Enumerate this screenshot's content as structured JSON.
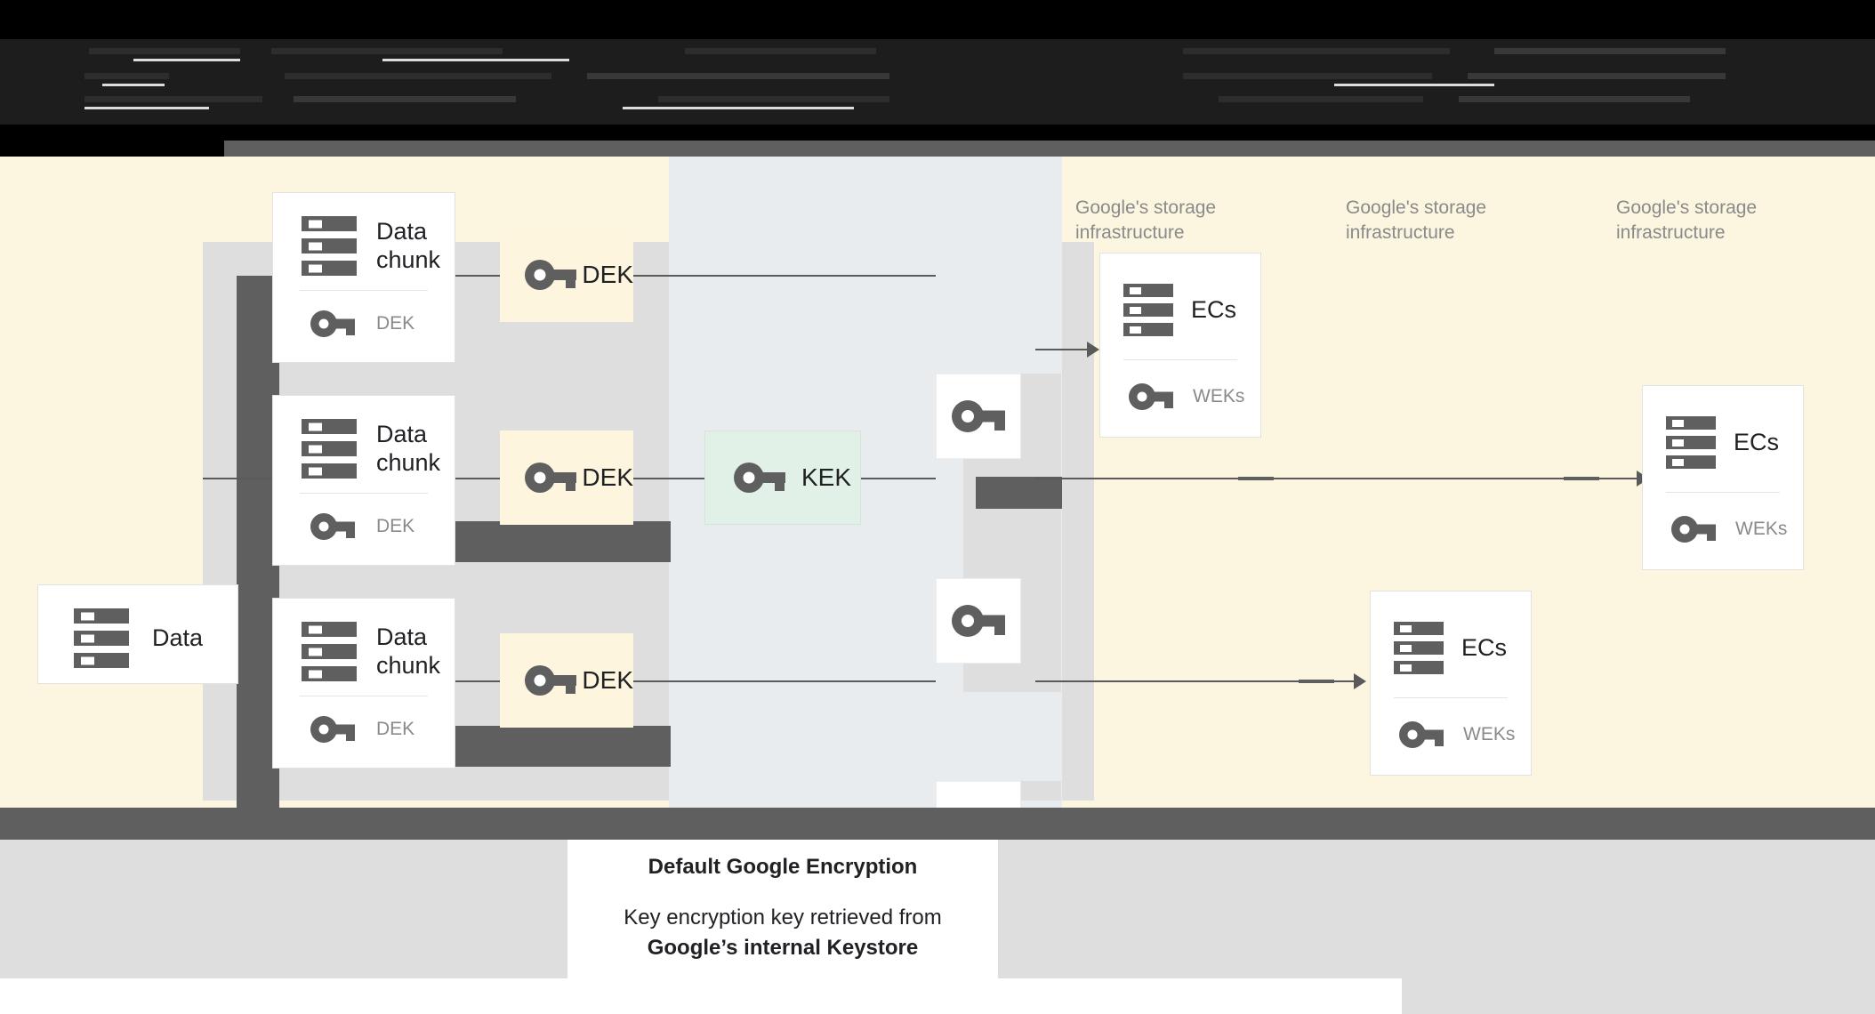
{
  "header": {
    "obscured": true,
    "note": "redacted dark header band with illegible text"
  },
  "diagram": {
    "source": {
      "label": "Data",
      "icon": "server-icon"
    },
    "chunks": [
      {
        "title": "Data chunk",
        "key_label": "DEK",
        "icon": "server-icon",
        "key_icon": "key-icon"
      },
      {
        "title": "Data chunk",
        "key_label": "DEK",
        "icon": "server-icon",
        "key_icon": "key-icon"
      },
      {
        "title": "Data chunk",
        "key_label": "DEK",
        "icon": "server-icon",
        "key_icon": "key-icon"
      }
    ],
    "deks": [
      {
        "label": "DEK",
        "icon": "key-icon"
      },
      {
        "label": "DEK",
        "icon": "key-icon"
      },
      {
        "label": "DEK",
        "icon": "key-icon"
      }
    ],
    "kek": {
      "label": "KEK",
      "icon": "key-icon"
    },
    "wrapped_keys": [
      {
        "icon": "key-icon"
      },
      {
        "icon": "key-icon"
      },
      {
        "icon": "key-icon"
      }
    ],
    "storage_labels": [
      "Google's storage\ninfrastructure",
      "Google's storage\ninfrastructure",
      "Google's storage\ninfrastructure"
    ],
    "storage_label_line1": "Google's storage",
    "storage_label_line2": "infrastructure",
    "ec_cards": [
      {
        "title": "ECs",
        "key_label": "WEKs",
        "icon": "server-icon",
        "key_icon": "key-icon"
      },
      {
        "title": "ECs",
        "key_label": "WEKs",
        "icon": "server-icon",
        "key_icon": "key-icon"
      },
      {
        "title": "ECs",
        "key_label": "WEKs",
        "icon": "server-icon",
        "key_icon": "key-icon"
      }
    ]
  },
  "legend": {
    "title": "Default Google Encryption",
    "body_line1": "Key encryption key retrieved from",
    "body_line2": "Google’s internal Keystore"
  },
  "colors": {
    "canvas_cream": "#fcf6e0",
    "middle_column": "#e8ecee",
    "dek_chip": "#fdf5dd",
    "kek_chip": "#e1f1e8",
    "overlay_dark": "#5f5f5f",
    "grey_channel": "#dedede",
    "icon_grey": "#5f5f5f",
    "text_dark": "#202124",
    "text_muted": "#8a8a8a"
  }
}
